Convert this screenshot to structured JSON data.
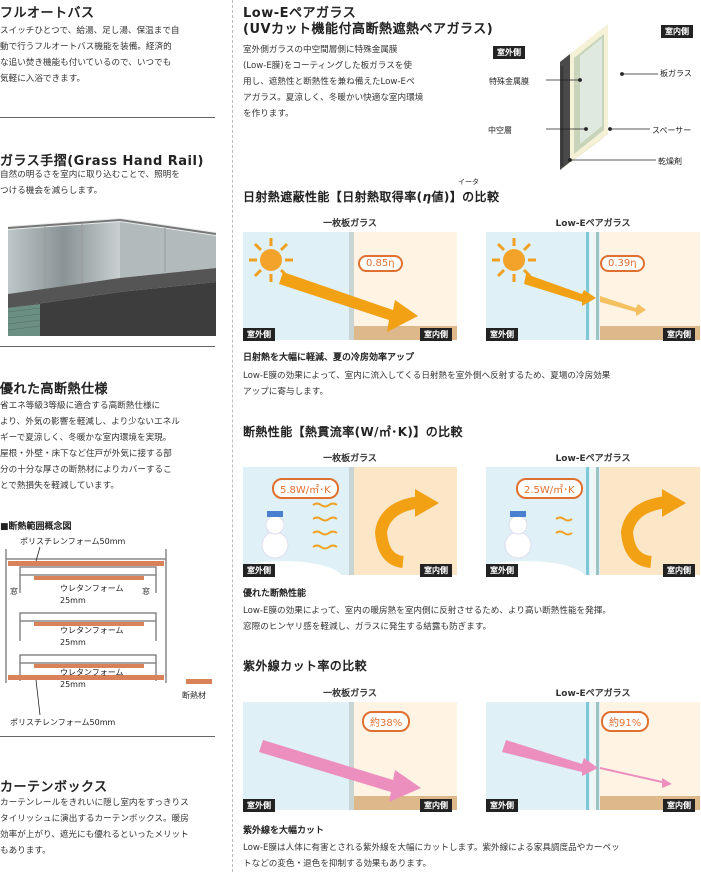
{
  "left": {
    "fullauto": {
      "title": "フルオートバス",
      "body": [
        "スイッチひとつで、給湯、足し湯、保温まで自",
        "動で行うフルオートバス機能を装備。経済的",
        "な追い焚き機能も付いているので、いつでも",
        "気軽に入浴できます。"
      ]
    },
    "glass_rail": {
      "title": "ガラス手摺(Grass Hand Rail)",
      "body": [
        "自然の明るさを室内に取り込むことで、照明を",
        "つける機会を減らします。"
      ]
    },
    "insulation": {
      "title": "優れた高断熱仕様",
      "body": [
        "省エネ等級3等級に適合する高断熱仕様に",
        "より、外気の影響を軽減し、より少ないエネル",
        "ギーで夏涼しく、冬暖かな室内環境を実現。",
        "屋根・外壁・床下など住戸が外気に接する部",
        "分の十分な厚さの断熱材によりカバーするこ",
        "とで熱損失を軽減しています。"
      ],
      "diagram_title": "■断熱範囲概念図",
      "poly_top": "ポリスチレンフォーム50mm",
      "poly_bottom": "ポリスチレンフォーム50mm",
      "window_l": "窓",
      "window_r": "窓",
      "urethane": [
        "ウレタンフォーム",
        "25mm"
      ],
      "legend": "断熱材",
      "colors": {
        "insulation": "#d9825a",
        "structure": "#888888"
      }
    },
    "curtain": {
      "title": "カーテンボックス",
      "body": [
        "カーテンレールをきれいに隠し室内をすっきりス",
        "タイリッシュに演出するカーテンボックス。暖房",
        "効率が上がり、遮光にも優れるといったメリット",
        "もあります。"
      ]
    }
  },
  "right": {
    "lowe": {
      "title1": "Low-Eペアガラス",
      "title2": "(UVカット機能付高断熱遮熱ペアガラス)",
      "body": [
        "室外側ガラスの中空間層側に特殊金属膜",
        "(Low-E膜)をコーティングした板ガラスを使",
        "用し、遮熱性と断熱性を兼ね備えたLow-Eペ",
        "アガラス。夏涼しく、冬暖かい快適な室内環境",
        "を作ります。"
      ],
      "tag_out": "室外側",
      "tag_in": "室内側",
      "labels": {
        "metal": "特殊金属膜",
        "glass": "板ガラス",
        "hollow": "中空層",
        "spacer": "スペーサー",
        "desiccant": "乾燥剤"
      }
    },
    "solar": {
      "title_pre": "日射熱遮蔽性能【日射熱取得率(",
      "eta": "η",
      "title_post": "値)】の比較",
      "ruby": "イータ",
      "single_label": "一枚板ガラス",
      "lowe_label": "Low-Eペアガラス",
      "single_value": "0.85η",
      "lowe_value": "0.39η",
      "out": "室外側",
      "in": "室内側",
      "sub": "日射熱を大幅に軽減、夏の冷房効率アップ",
      "body": [
        "Low-E膜の効果によって、室内に流入してくる日射熱を室外側へ反射するため、夏場の冷房効果",
        "アップに寄与します。"
      ]
    },
    "heat": {
      "title": "断熱性能【熱貫流率(W/㎡･K)】の比較",
      "single_label": "一枚板ガラス",
      "lowe_label": "Low-Eペアガラス",
      "single_value": "5.8W/㎡･K",
      "lowe_value": "2.5W/㎡･K",
      "out": "室外側",
      "in": "室内側",
      "sub": "優れた断熱性能",
      "body": [
        "Low-E膜の効果によって、室内の暖房熱を室内側に反射させるため、より高い断熱性能を発揮。",
        "窓際のヒンヤリ感を軽減し、ガラスに発生する結露も防ぎます。"
      ]
    },
    "uv": {
      "title": "紫外線カット率の比較",
      "single_label": "一枚板ガラス",
      "lowe_label": "Low-Eペアガラス",
      "single_value": "約38%",
      "lowe_value": "約91%",
      "out": "室外側",
      "in": "室内側",
      "sub": "紫外線を大幅カット",
      "body": [
        "Low-E膜は人体に有害とされる紫外線を大幅にカットします。紫外線による家具調度品やカーペッ",
        "トなどの変色・退色を抑制する効果もあります。"
      ]
    }
  }
}
